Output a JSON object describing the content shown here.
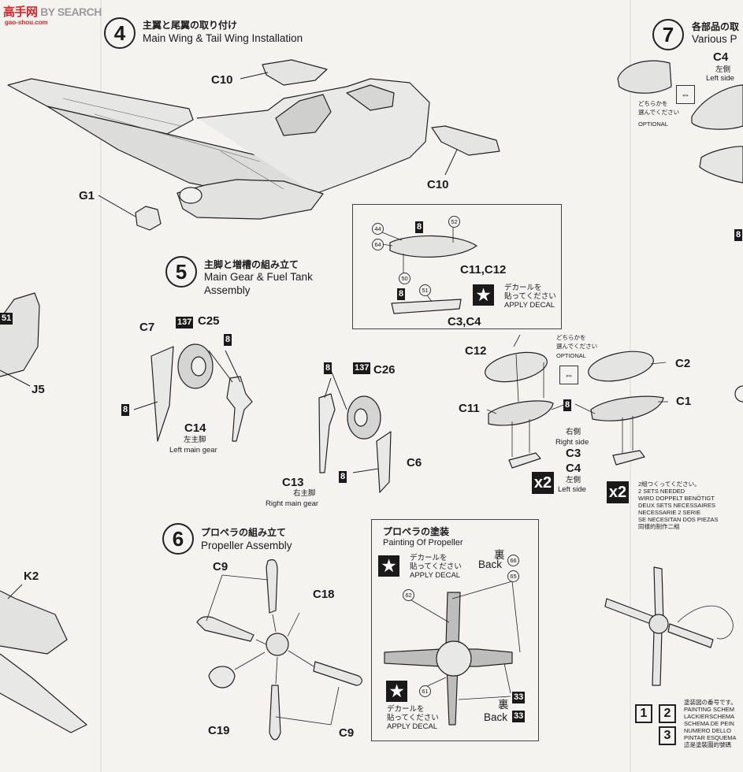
{
  "watermark": {
    "brand_cn": "高手网",
    "brand_en": "BY SEARCH",
    "url": "gao-shou.com"
  },
  "step4": {
    "number": "4",
    "title_jp": "主翼と尾翼の取り付け",
    "title_en": "Main Wing & Tail Wing Installation",
    "parts": [
      "C10",
      "C10",
      "G1"
    ]
  },
  "step5": {
    "number": "5",
    "title_jp": "主脚と増槽の組み立て",
    "title_en_1": "Main Gear & Fuel Tank",
    "title_en_2": "Assembly"
  },
  "step5_left": {
    "c7": "C7",
    "badge_137": "137",
    "c25": "C25",
    "badge_8a": "8",
    "badge_8b": "8",
    "c14": "C14",
    "c14_jp": "左主脚",
    "c14_en": "Left main gear"
  },
  "step5_right": {
    "badge_8": "8",
    "badge_137": "137",
    "c26": "C26",
    "c6": "C6",
    "c13": "C13",
    "c13_jp": "右主脚",
    "c13_en": "Right main gear",
    "badge_8b": "8"
  },
  "painting_box": {
    "n44": "44",
    "n64": "64",
    "n50": "50",
    "n52": "52",
    "n51": "51",
    "badge_8a": "8",
    "badge_8b": "8",
    "c11c12": "C11,C12",
    "c3c4": "C3,C4",
    "decal_jp1": "デカールを",
    "decal_jp2": "貼ってください",
    "decal_en": "APPLY DECAL"
  },
  "tanks": {
    "c12": "C12",
    "c11": "C11",
    "c2": "C2",
    "c1": "C1",
    "c3": "C3",
    "c4": "C4",
    "badge_8": "8",
    "right_jp": "右側",
    "right_en": "Right side",
    "left_jp": "左側",
    "left_en": "Left side",
    "opt_jp1": "どちらかを",
    "opt_jp2": "選んでください",
    "opt_en": "OPTIONAL",
    "x2": "x2"
  },
  "sets_needed": {
    "x2": "x2",
    "lines": [
      "2組つくってください。",
      "2 SETS NEEDED",
      "WIRD DOPPELT BENÖTIGT",
      "DEUX SETS NECESSAIRES",
      "NECESSARIE 2 SERIE",
      "SE NECESITAN DOS PIEZAS",
      "同樣的制作二組"
    ]
  },
  "step6": {
    "number": "6",
    "title_jp": "プロペラの組み立て",
    "title_en": "Propeller Assembly",
    "c9a": "C9",
    "c18": "C18",
    "c19": "C19",
    "c9b": "C9"
  },
  "propeller_paint": {
    "title_jp": "プロペラの塗装",
    "title_en": "Painting Of Propeller",
    "decal_jp1": "デカールを",
    "decal_jp2": "貼ってください",
    "decal_en": "APPLY DECAL",
    "back_jp": "裏",
    "back_en": "Back",
    "n66": "66",
    "n65": "65",
    "n62": "62",
    "n61": "61",
    "n33a": "33",
    "n33b": "33",
    "back2_jp": "裏",
    "back2_en": "Back"
  },
  "step7": {
    "number": "7",
    "title_jp": "各部品の取",
    "title_en": "Various P",
    "c4": "C4",
    "left_jp": "左側",
    "left_en": "Left side",
    "opt_jp1": "どちらかを",
    "opt_jp2": "選んでください",
    "opt_en": "OPTIONAL",
    "badge_8": "8"
  },
  "left_edge": {
    "n51": "51",
    "j5": "J5",
    "k2": "K2"
  },
  "schema": {
    "n1": "1",
    "n2": "2",
    "n3": "3",
    "lines": [
      "塗装図の番号です。",
      "PAINTING SCHEM",
      "LACKIERSCHEMA",
      "SCHEMA DE PEIN",
      "NUMERO DELLO",
      "PINTAR ESQUEMA",
      "這是塗裝圖的號碼"
    ]
  }
}
